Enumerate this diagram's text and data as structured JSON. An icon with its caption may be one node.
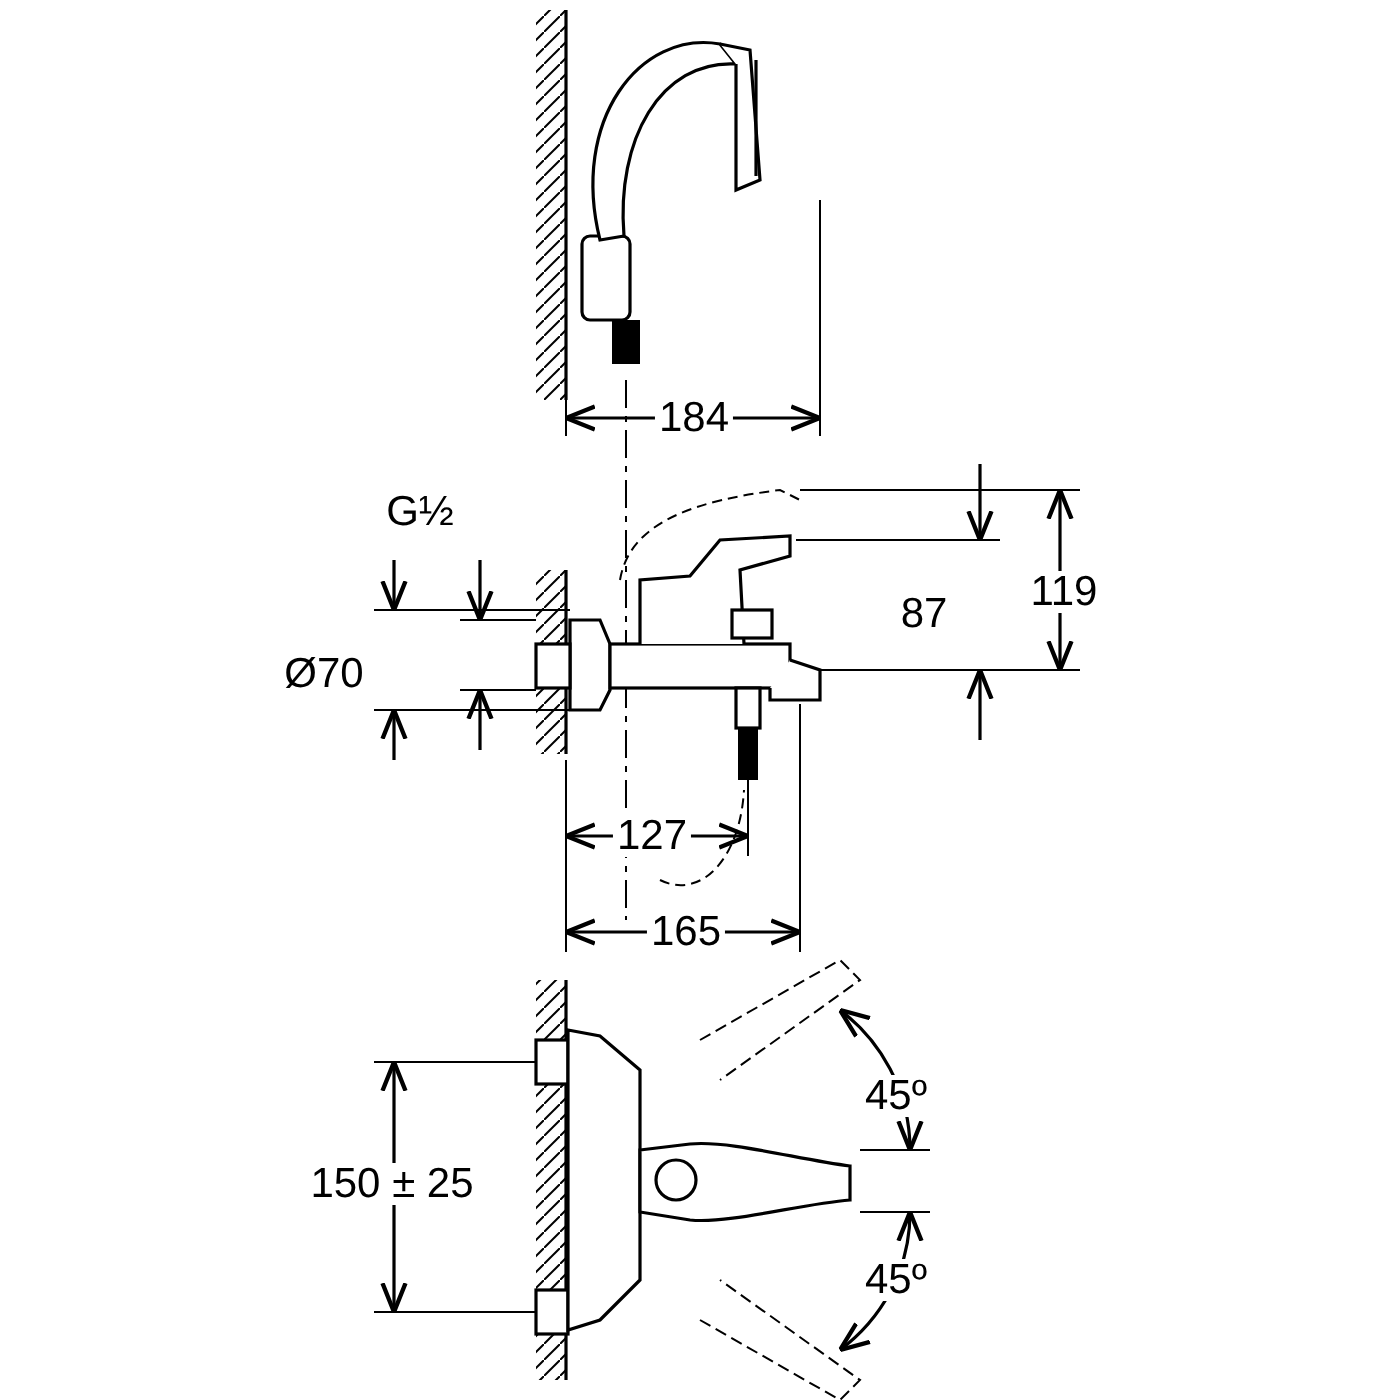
{
  "diagram": {
    "labels": [
      "184",
      "G½",
      "Ø70",
      "87",
      "119",
      "127",
      "165",
      "150 ± 25",
      "45º",
      "45º"
    ]
  }
}
